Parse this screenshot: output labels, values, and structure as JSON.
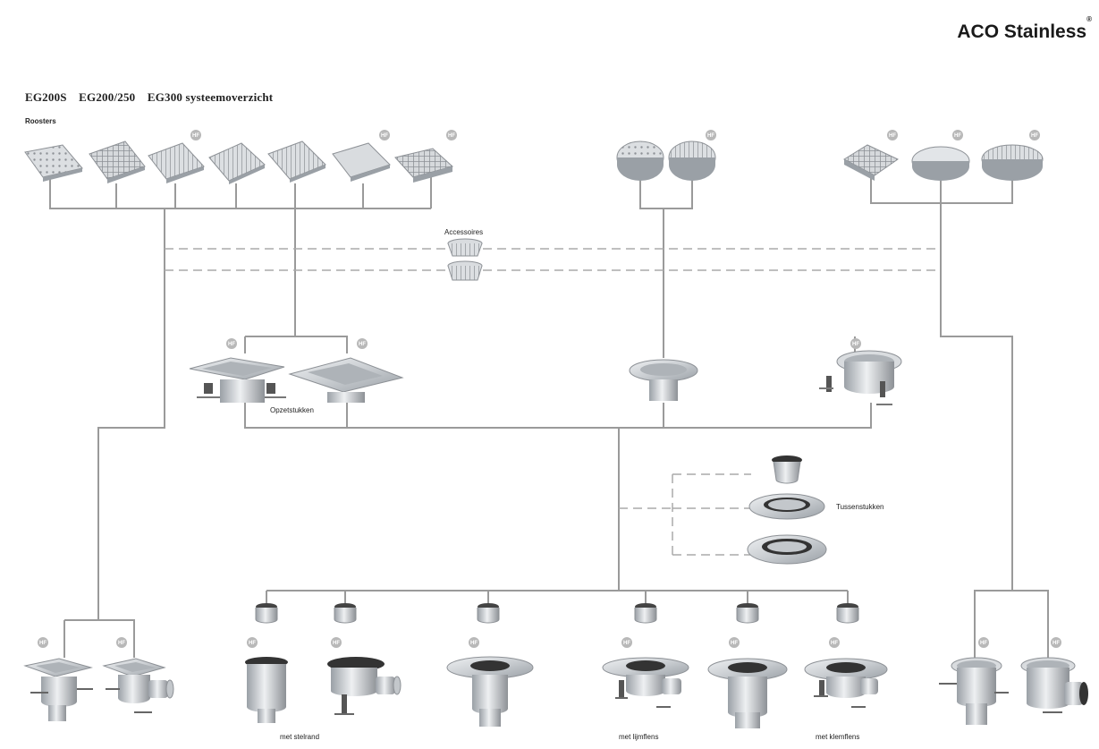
{
  "header": {
    "brand": "ACO Stainless",
    "brand_mark": "®"
  },
  "title": {
    "part1": "EG200S",
    "part2": "EG200/250",
    "part3": "EG300 systeemoverzicht"
  },
  "labels": {
    "roosters": "Roosters",
    "accessoires": "Accessoires",
    "opzetstukken": "Opzetstukken",
    "tussenstukken": "Tussenstukken",
    "met_stelrand": "met stelrand",
    "met_lijmflens": "met lijmflens",
    "met_klemflens": "met klemflens"
  },
  "badge": "HF",
  "colors": {
    "line": "#9a9a9a",
    "steel_light": "#e4e6e8",
    "steel_mid": "#c3c7cb",
    "steel_dark": "#8d9196",
    "badge": "#b8b8b8"
  }
}
